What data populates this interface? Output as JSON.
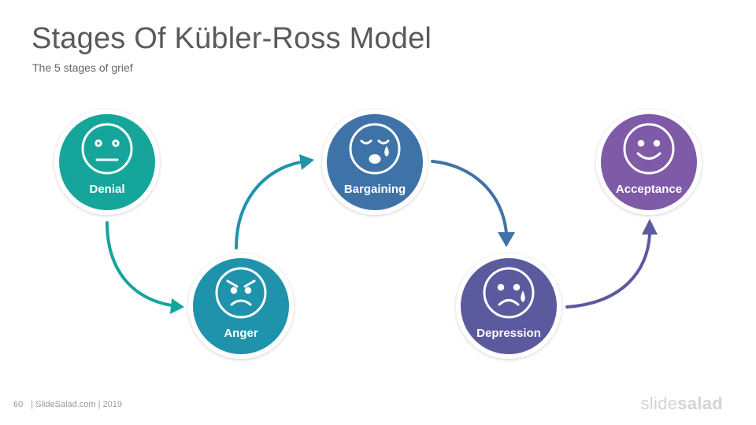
{
  "slide": {
    "title": "Stages Of Kübler-Ross Model",
    "subtitle": "The 5 stages of grief",
    "page_number": "60",
    "footer_text": "| SlideSalad.com | 2019",
    "brand_light": "slide",
    "brand_bold": "salad"
  },
  "stages": [
    {
      "label": "Denial",
      "icon": "neutral-face-icon",
      "color": "#16a59a"
    },
    {
      "label": "Anger",
      "icon": "angry-face-icon",
      "color": "#1f93ab"
    },
    {
      "label": "Bargaining",
      "icon": "crying-face-icon",
      "color": "#3f73a8"
    },
    {
      "label": "Depression",
      "icon": "sad-tear-face-icon",
      "color": "#5c5a9e"
    },
    {
      "label": "Acceptance",
      "icon": "smiling-face-icon",
      "color": "#7e5aa7"
    }
  ],
  "arrows": [
    {
      "from": "Denial",
      "to": "Anger",
      "color": "#16a59a"
    },
    {
      "from": "Anger",
      "to": "Bargaining",
      "color": "#1f93ab"
    },
    {
      "from": "Bargaining",
      "to": "Depression",
      "color": "#3f73a8"
    },
    {
      "from": "Depression",
      "to": "Acceptance",
      "color": "#5c5a9e"
    }
  ]
}
